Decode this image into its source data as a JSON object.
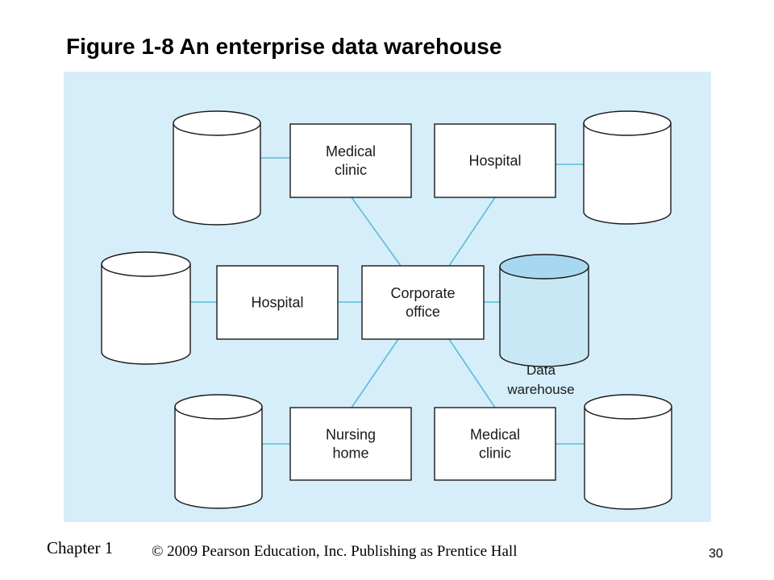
{
  "title": "Figure 1-8 An enterprise data warehouse",
  "colors": {
    "panel_bg": "#d6eef9",
    "connector": "#5bbcdc",
    "box_fill": "#ffffff",
    "box_stroke": "#1a1a1a",
    "warehouse_fill": "#c8e8f6",
    "warehouse_top": "#a8d8ef"
  },
  "diagram": {
    "nodes": {
      "medical_clinic_top": [
        "Medical",
        "clinic"
      ],
      "hospital_top": [
        "Hospital"
      ],
      "hospital_left": [
        "Hospital"
      ],
      "corporate_office": [
        "Corporate",
        "office"
      ],
      "nursing_home": [
        "Nursing",
        "home"
      ],
      "medical_clinic_bottom": [
        "Medical",
        "clinic"
      ]
    },
    "data_warehouse_label": [
      "Data",
      "warehouse"
    ]
  },
  "footer": {
    "chapter": "Chapter 1",
    "copyright": "© 2009 Pearson Education, Inc.  Publishing as Prentice Hall",
    "page": "30"
  }
}
